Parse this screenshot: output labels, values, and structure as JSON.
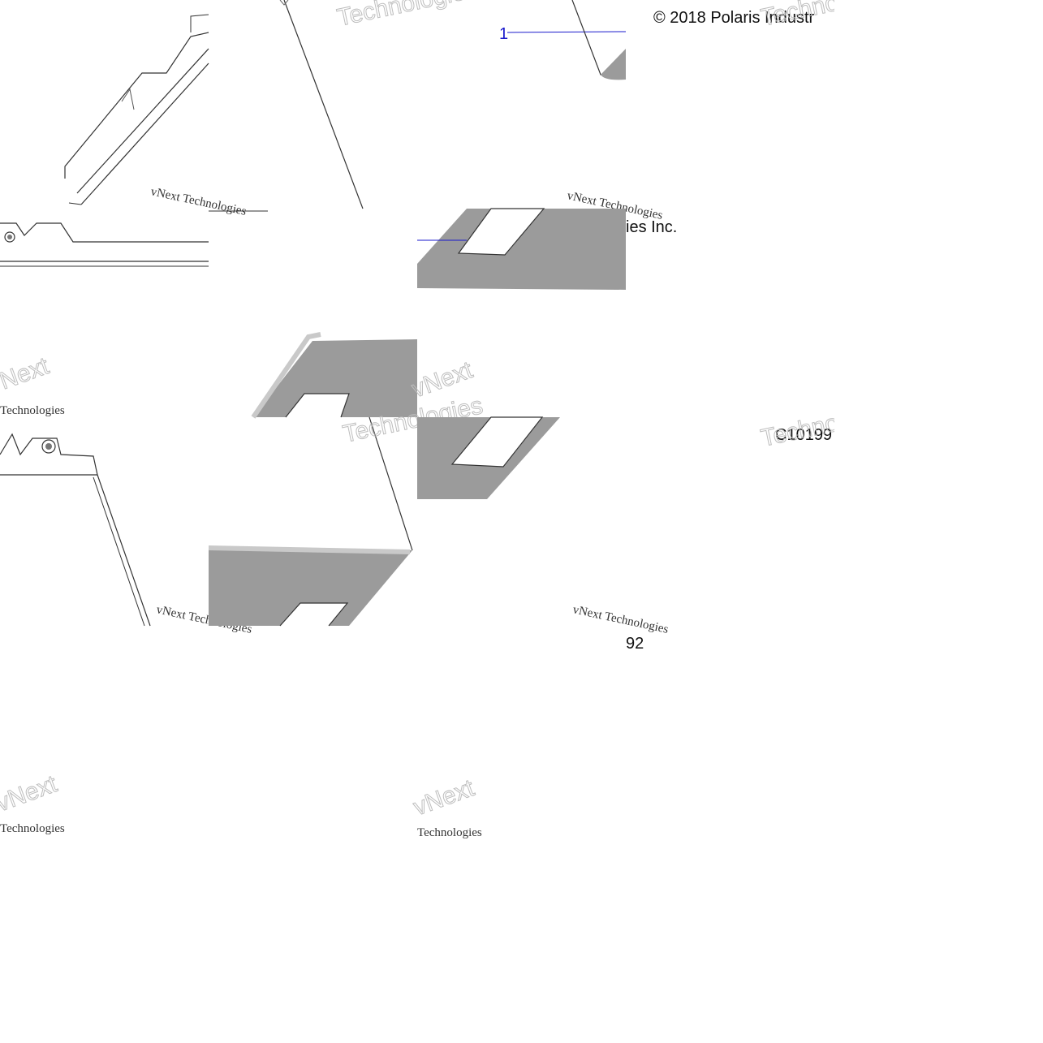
{
  "diagram": {
    "copyright_visible_top": "© 2018 Polaris Industr",
    "copyright_visible_mid": "ies Inc.",
    "part_code_top": "C10199",
    "part_code_bottom": "92",
    "callout_number": "1",
    "watermarks": {
      "stamp": "vNext Technologies",
      "stamp_line1": "vNext",
      "stamp_line2": "Technologies",
      "big": "Technologies"
    },
    "colors": {
      "callout_line": "#1a1acc",
      "part_fill": "#9b9b9b",
      "outline": "#333333"
    }
  }
}
